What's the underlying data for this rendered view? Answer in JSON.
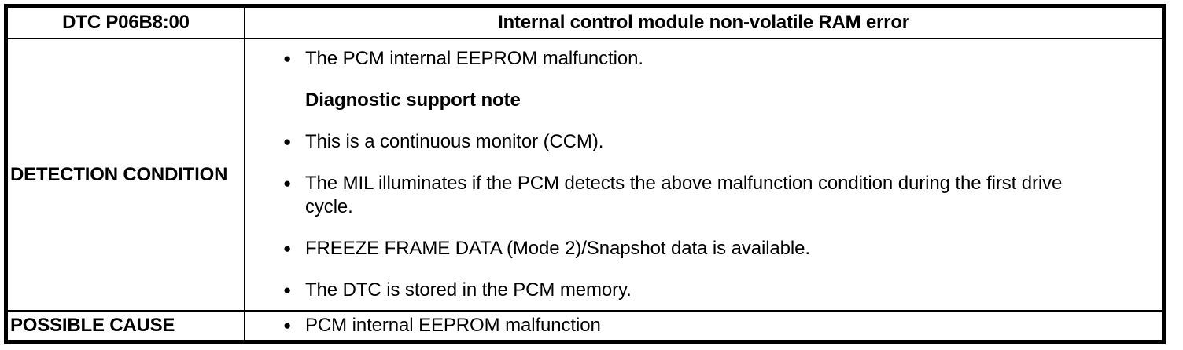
{
  "colors": {
    "background": "#ffffff",
    "text": "#000000",
    "border": "#000000"
  },
  "icons": {
    "bullet": "●"
  },
  "table": {
    "header": {
      "dtc_code": "DTC P06B8:00",
      "title": "Internal control module non-volatile RAM error"
    },
    "detection": {
      "label": "DETECTION CONDITION",
      "items": [
        {
          "type": "bullet",
          "text": "The PCM internal EEPROM malfunction."
        },
        {
          "type": "heading",
          "text": "Diagnostic support note"
        },
        {
          "type": "bullet",
          "text": "This is a continuous monitor (CCM)."
        },
        {
          "type": "bullet",
          "text": "The MIL illuminates if the PCM detects the above malfunction condition during the first drive cycle."
        },
        {
          "type": "bullet",
          "text": "FREEZE FRAME DATA (Mode 2)/Snapshot data is available."
        },
        {
          "type": "bullet",
          "text": "The DTC is stored in the PCM memory."
        }
      ]
    },
    "possible_cause": {
      "label": "POSSIBLE CAUSE",
      "items": [
        {
          "type": "bullet",
          "text": "PCM internal EEPROM malfunction"
        }
      ]
    }
  }
}
